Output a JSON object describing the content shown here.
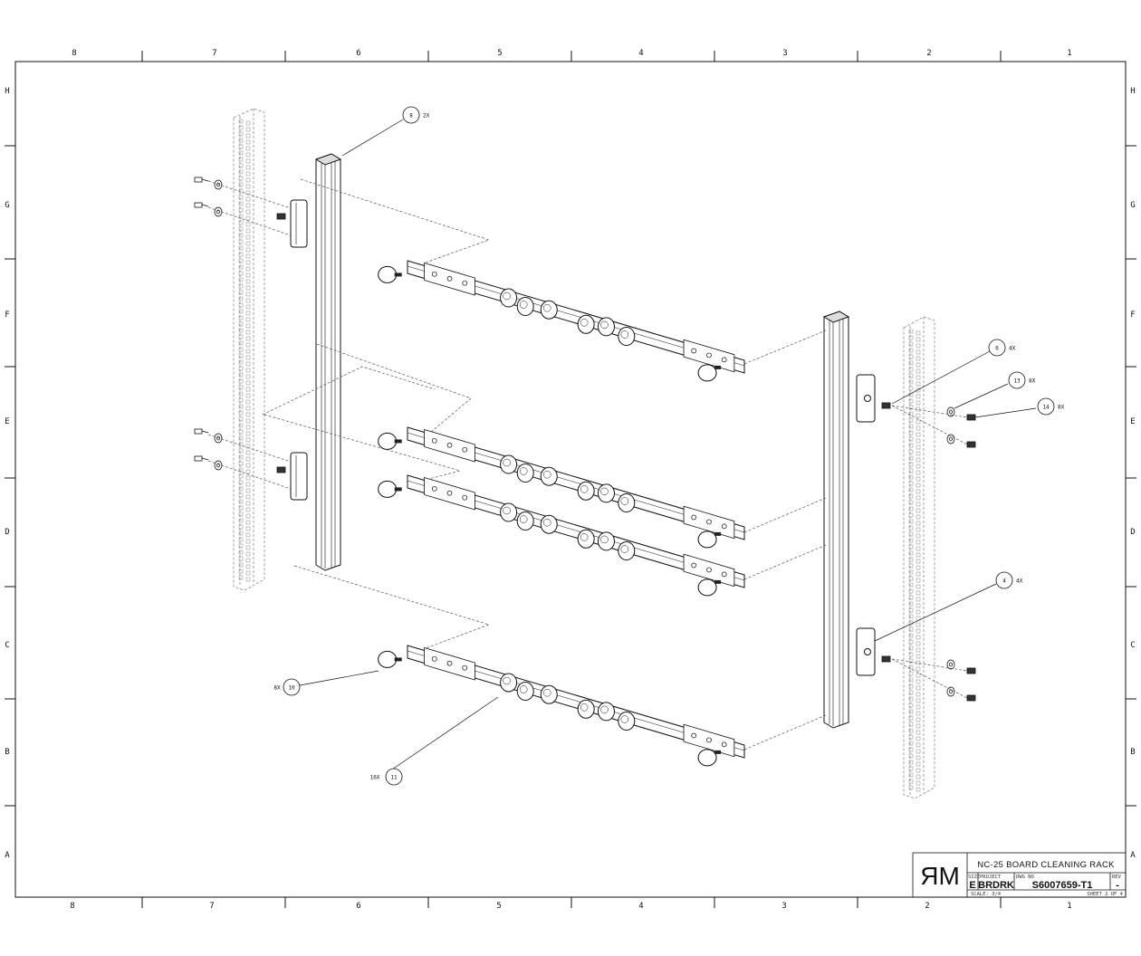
{
  "border": {
    "columns": [
      "8",
      "7",
      "6",
      "5",
      "4",
      "3",
      "2",
      "1"
    ],
    "rows": [
      "H",
      "G",
      "F",
      "E",
      "D",
      "C",
      "B",
      "A"
    ]
  },
  "balloons": [
    {
      "number": "8",
      "qty": "2X"
    },
    {
      "number": "6",
      "qty": "4X"
    },
    {
      "number": "13",
      "qty": "8X"
    },
    {
      "number": "14",
      "qty": "8X"
    },
    {
      "number": "4",
      "qty": "4X"
    },
    {
      "number": "10",
      "qty": "8X"
    },
    {
      "number": "11",
      "qty": "16X"
    }
  ],
  "title_block": {
    "logo": "ЯM",
    "title": "NC-25 BOARD CLEANING RACK",
    "size_label": "SIZE",
    "size": "E",
    "project_label": "PROJECT",
    "project": "BRDRK",
    "dwg_label": "DWG NO",
    "dwg_no": "S6007659-T1",
    "rev_label": "REV",
    "rev": "-",
    "scale": "SCALE: 3/4",
    "sheet": "SHEET 2 OF 4"
  },
  "colors": {
    "line": "#111111",
    "hidden": "#666666",
    "paper": "#ffffff"
  }
}
